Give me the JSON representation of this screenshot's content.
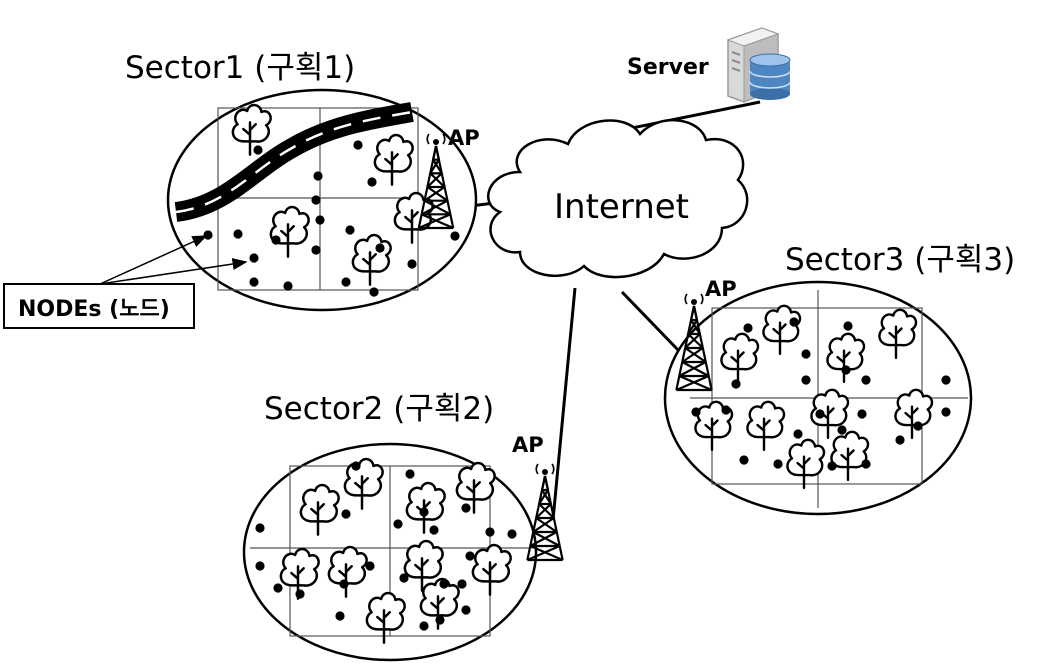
{
  "diagram": {
    "server_label": "Server",
    "internet_label": "Internet",
    "nodes_label": "NODEs (노드)",
    "ap_label": "AP",
    "sectors": [
      {
        "id": "sector1",
        "title": "Sector1 (구획1)"
      },
      {
        "id": "sector2",
        "title": "Sector2 (구획2)"
      },
      {
        "id": "sector3",
        "title": "Sector3 (구획3)"
      }
    ]
  },
  "colors": {
    "stroke": "#000000",
    "grid": "#555555",
    "server_body": "#d4d4d4",
    "server_db": "#5a8fc4",
    "background": "#ffffff"
  },
  "icons": [
    "server-icon",
    "database-icon",
    "cloud-icon",
    "antenna-tower-icon",
    "tree-icon",
    "road-icon",
    "node-dot-icon"
  ]
}
